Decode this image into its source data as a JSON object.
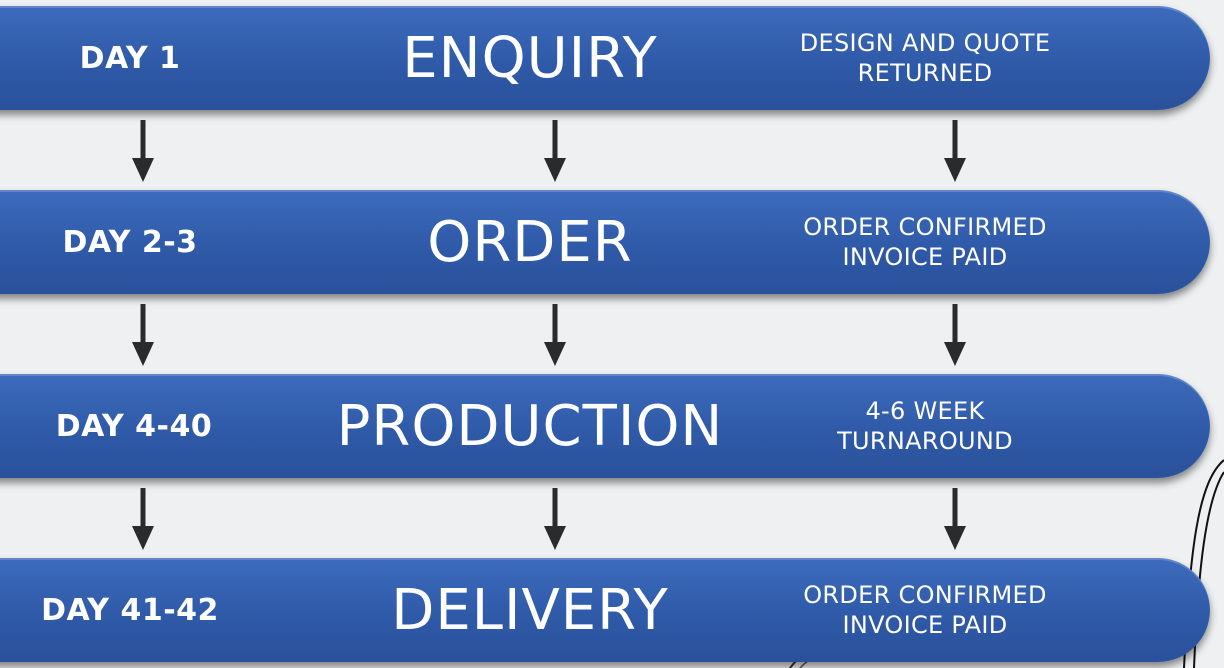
{
  "steps": [
    {
      "day": "DAY 1",
      "stage": "ENQUIRY",
      "note_line1": "DESIGN AND QUOTE",
      "note_line2": "RETURNED"
    },
    {
      "day": "DAY 2-3",
      "stage": "ORDER",
      "note_line1": "ORDER CONFIRMED",
      "note_line2": "INVOICE PAID"
    },
    {
      "day": "DAY 4-40",
      "stage": "PRODUCTION",
      "note_line1": "4-6 WEEK",
      "note_line2": "TURNAROUND"
    },
    {
      "day": "DAY 41-42",
      "stage": "DELIVERY",
      "note_line1": "ORDER CONFIRMED",
      "note_line2": "INVOICE PAID"
    }
  ],
  "colors": {
    "band": "#2f5aa8",
    "text": "#ffffff",
    "arrow": "#2b2b2b",
    "background": "#eef0f2"
  },
  "icons": {
    "connector": "down-arrow-icon"
  }
}
